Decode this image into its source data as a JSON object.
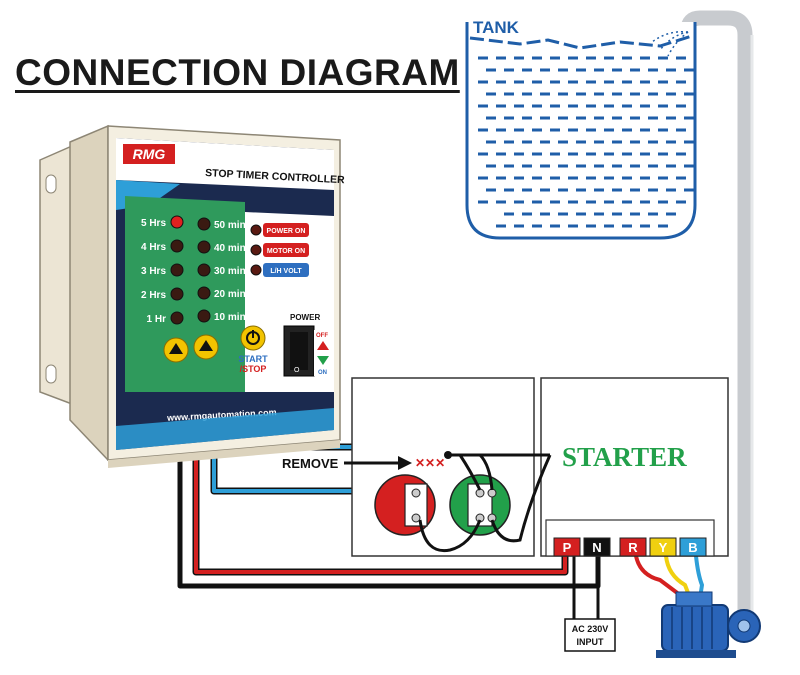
{
  "title": "CONNECTION DIAGRAM",
  "tank": {
    "label": "TANK"
  },
  "controller": {
    "brand": "RMG",
    "name": "STOP TIMER CONTROLLER",
    "hours": [
      "5 Hrs",
      "4 Hrs",
      "3 Hrs",
      "2 Hrs",
      "1 Hr"
    ],
    "minutes": [
      "50 mins",
      "40 mins",
      "30 mins",
      "20 mins",
      "10 mins"
    ],
    "status": [
      "POWER ON",
      "MOTOR ON",
      "L/H VOLT"
    ],
    "power_label": "POWER",
    "switch_off": "OFF",
    "switch_on": "ON",
    "start_line1": "START",
    "start_line2": "/STOP",
    "website": "www.rmgautomation.com"
  },
  "remove_label": "REMOVE",
  "starter_label": "STARTER",
  "terminals": [
    "P",
    "N",
    "R",
    "Y",
    "B"
  ],
  "ac_input": {
    "line1": "AC 230V",
    "line2": "INPUT"
  },
  "colors": {
    "green_panel": "#2f9a5c",
    "navy": "#1b2a4f",
    "red_wire": "#d42020",
    "blue_wire": "#2e9fd8",
    "starter_green": "#22a04a",
    "tank_blue": "#1f5ea8",
    "pipe": "#c8cbcf"
  }
}
